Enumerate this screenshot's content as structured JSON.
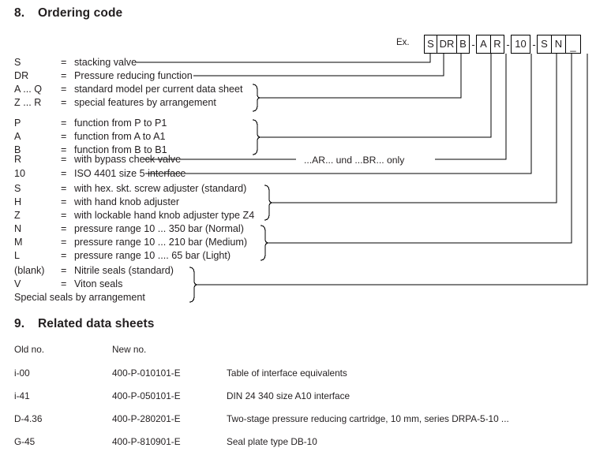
{
  "sections": {
    "ordering": {
      "number": "8.",
      "title": "Ordering code"
    },
    "related": {
      "number": "9.",
      "title": "Related data sheets"
    }
  },
  "ordering_code": {
    "example_label": "Ex.",
    "cells": [
      {
        "text": "S",
        "type": "box"
      },
      {
        "text": "DR",
        "type": "box"
      },
      {
        "text": "B",
        "type": "box"
      },
      {
        "text": "-",
        "type": "dash"
      },
      {
        "text": "A",
        "type": "box"
      },
      {
        "text": "R",
        "type": "box"
      },
      {
        "text": "-",
        "type": "dash"
      },
      {
        "text": "10",
        "type": "box"
      },
      {
        "text": "-",
        "type": "dash"
      },
      {
        "text": "S",
        "type": "box"
      },
      {
        "text": "N",
        "type": "box"
      },
      {
        "text": "_",
        "type": "box"
      }
    ],
    "legend": [
      {
        "key": "S",
        "eq": "=",
        "text": "stacking valve"
      },
      {
        "key": "DR",
        "eq": "=",
        "text": "Pressure reducing function"
      },
      {
        "key": "A ... Q",
        "eq": "=",
        "text": "standard model per current data sheet"
      },
      {
        "key": "Z ... R",
        "eq": "=",
        "text": "special features by arrangement"
      },
      {
        "key": "P",
        "eq": "=",
        "text": "function from P to P1"
      },
      {
        "key": "A",
        "eq": "=",
        "text": "function from A to A1"
      },
      {
        "key": "B",
        "eq": "=",
        "text": "function from B to B1"
      },
      {
        "key": "R",
        "eq": "=",
        "text": "with bypass check valve"
      },
      {
        "key": "10",
        "eq": "=",
        "text": "ISO 4401 size 5 interface"
      },
      {
        "key": "S",
        "eq": "=",
        "text": "with hex. skt. screw adjuster (standard)"
      },
      {
        "key": "H",
        "eq": "=",
        "text": "with hand knob adjuster"
      },
      {
        "key": "Z",
        "eq": "=",
        "text": "with lockable hand knob adjuster type Z4"
      },
      {
        "key": "N",
        "eq": "=",
        "text": "pressure range 10 ... 350 bar (Normal)"
      },
      {
        "key": "M",
        "eq": "=",
        "text": "pressure range 10 ... 210 bar (Medium)"
      },
      {
        "key": "L",
        "eq": "=",
        "text": "pressure range 10 ....  65 bar (Light)"
      },
      {
        "key": "(blank)",
        "eq": "=",
        "text": "Nitrile seals (standard)"
      },
      {
        "key": "V",
        "eq": "=",
        "text": "Viton seals"
      },
      {
        "key": "",
        "eq": "",
        "text": "Special seals by arrangement"
      }
    ],
    "note": "...AR...  und  ...BR... only"
  },
  "related_data_sheets": {
    "headers": [
      "Old no.",
      "New no.",
      ""
    ],
    "rows": [
      [
        "i-00",
        "400-P-010101-E",
        "Table of interface equivalents"
      ],
      [
        "i-41",
        "400-P-050101-E",
        "DIN 24 340 size A10 interface"
      ],
      [
        "D-4.36",
        "400-P-280201-E",
        "Two-stage pressure reducing cartridge, 10 mm, series DRPA-5-10 ..."
      ],
      [
        "G-45",
        "400-P-810901-E",
        "Seal plate type DB-10"
      ]
    ]
  },
  "colors": {
    "text": "#231f20",
    "rule": "#000000"
  }
}
